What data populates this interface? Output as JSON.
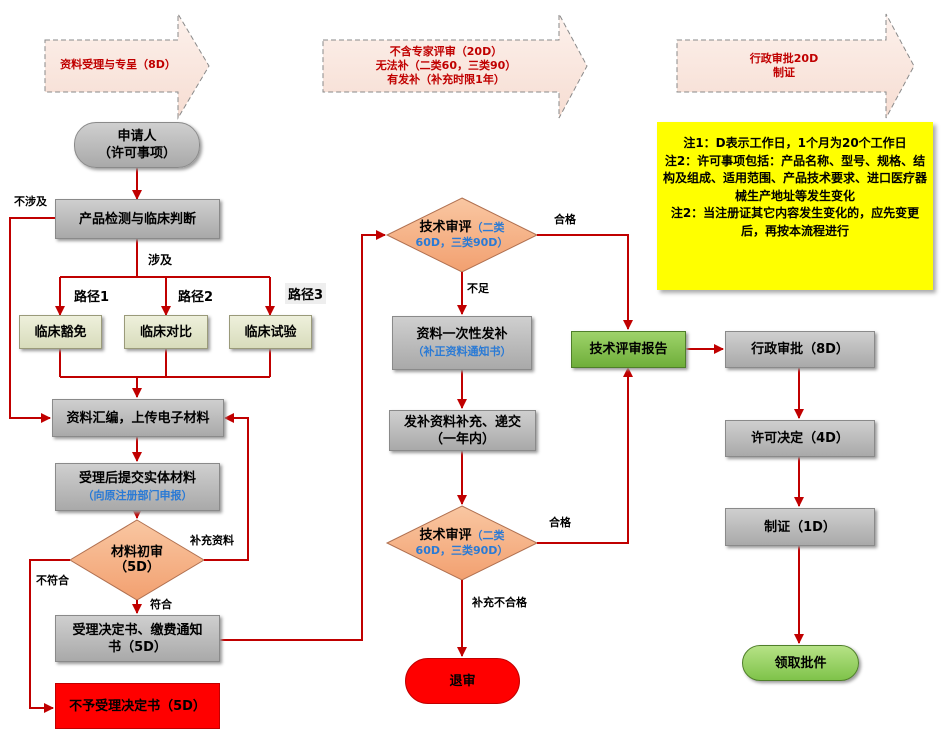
{
  "phases": [
    {
      "lines": [
        "资料受理与专呈（8D）"
      ]
    },
    {
      "lines": [
        "不含专家评审（20D）",
        "无法补（二类60，三类90）",
        "有发补（补充时限1年）"
      ]
    },
    {
      "lines": [
        "行政审批20D",
        "制证"
      ]
    }
  ],
  "boxes": {
    "applicant": {
      "line1": "申请人",
      "line2": "（许可事项）"
    },
    "product_test": "产品检测与临床判断",
    "exempt": "临床豁免",
    "compare": "临床对比",
    "trial": "临床试验",
    "compile": "资料汇编，上传电子材料",
    "submit": {
      "line1": "受理后提交实体材料",
      "sub": "（向原注册部门申报）"
    },
    "accept_decision": {
      "line1": "受理决定书、缴费通知",
      "line2": "书（5D）"
    },
    "reject_decision": "不予受理决定书（5D）",
    "supplement_once": {
      "line1": "资料一次性发补",
      "sub": "（补正资料通知书）"
    },
    "supplement_submit": {
      "line1": "发补资料补充、递交",
      "line2": "（一年内）"
    },
    "retreat": "退审",
    "tech_report": "技术评审报告",
    "admin_approval": "行政审批（8D）",
    "license_decision": "许可决定（4D）",
    "certificate": "制证（1D）",
    "receive": "领取批件"
  },
  "diamonds": {
    "initial_review": {
      "line1": "材料初审",
      "line2": "（5D）"
    },
    "tech_review_1": {
      "line1": "技术审评",
      "line1_sub": "（二类",
      "line2": "60D，三类90D）"
    },
    "tech_review_2": {
      "line1": "技术审评",
      "line1_sub": "（二类",
      "line2": "60D，三类90D）"
    }
  },
  "labels": {
    "not_involved": "不涉及",
    "involved": "涉及",
    "path1": "路径1",
    "path2": "路径2",
    "path3": "路径3",
    "supplement": "补充资料",
    "not_compliant": "不符合",
    "compliant": "符合",
    "pass1": "合格",
    "insufficient": "不足",
    "pass2": "合格",
    "supp_fail": "补充不合格"
  },
  "notes": [
    "注1：D表示工作日，1个月为20个工作日",
    "注2：许可事项包括：产品名称、型号、规格、结构及组成、适用范围、产品技术要求、进口医疗器械生产地址等发生变化",
    "注2：当注册证其它内容发生变化的，应先变更后，再按本流程进行"
  ],
  "colors": {
    "connector": "#c00000",
    "diamond_fill": "#f6b387",
    "note_bg": "#ffff00",
    "reject_fill": "#ff0000",
    "report_fill": "#7ec04f",
    "receive_fill": "#8fd05a"
  }
}
